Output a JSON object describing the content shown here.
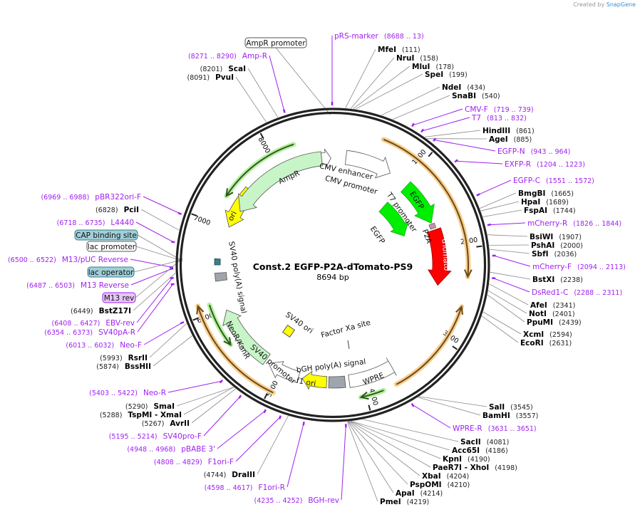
{
  "credit": {
    "prefix": "Created by",
    "brand": "SnapGene"
  },
  "plasmid": {
    "name": "Const.2 EGFP-P2A-dTomato-PS9",
    "length": "8694 bp",
    "total_bp": 8694
  },
  "ring": {
    "ticks": [
      "1000",
      "2000",
      "3000",
      "4000",
      "5000",
      "6000",
      "7000",
      "8000"
    ]
  },
  "enzymes": [
    {
      "name": "MfeI",
      "pos": 111
    },
    {
      "name": "NruI",
      "pos": 158
    },
    {
      "name": "MluI",
      "pos": 178
    },
    {
      "name": "SpeI",
      "pos": 199
    },
    {
      "name": "NdeI",
      "pos": 434
    },
    {
      "name": "SnaBI",
      "pos": 540
    },
    {
      "name": "HindIII",
      "pos": 861
    },
    {
      "name": "AgeI",
      "pos": 885
    },
    {
      "name": "BmgBI",
      "pos": 1665
    },
    {
      "name": "HpaI",
      "pos": 1689
    },
    {
      "name": "FspAI",
      "pos": 1744
    },
    {
      "name": "BsiWI",
      "pos": 1907
    },
    {
      "name": "PshAI",
      "pos": 2000
    },
    {
      "name": "SbfI",
      "pos": 2036
    },
    {
      "name": "BstXI",
      "pos": 2238
    },
    {
      "name": "AfeI",
      "pos": 2341
    },
    {
      "name": "NotI",
      "pos": 2401
    },
    {
      "name": "PpuMI",
      "pos": 2439
    },
    {
      "name": "XcmI",
      "pos": 2594
    },
    {
      "name": "EcoRI",
      "pos": 2631
    },
    {
      "name": "SalI",
      "pos": 3545
    },
    {
      "name": "BamHI",
      "pos": 3557
    },
    {
      "name": "SacII",
      "pos": 4081
    },
    {
      "name": "Acc65I",
      "pos": 4186
    },
    {
      "name": "KpnI",
      "pos": 4190
    },
    {
      "name": "PaeR7I - XhoI",
      "pos": 4198
    },
    {
      "name": "XbaI",
      "pos": 4204
    },
    {
      "name": "PspOMI",
      "pos": 4210
    },
    {
      "name": "ApaI",
      "pos": 4214
    },
    {
      "name": "PmeI",
      "pos": 4219
    },
    {
      "name": "ScaI",
      "pos": 8201
    },
    {
      "name": "PvuI",
      "pos": 8091
    },
    {
      "name": "PciI",
      "pos": 6828
    },
    {
      "name": "BstZ17I",
      "pos": 6449
    },
    {
      "name": "RsrII",
      "pos": 5993
    },
    {
      "name": "BssHII",
      "pos": 5874
    },
    {
      "name": "SmaI",
      "pos": 5290
    },
    {
      "name": "TspMI - XmaI",
      "pos": 5288
    },
    {
      "name": "AvrII",
      "pos": 5267
    },
    {
      "name": "DraIII",
      "pos": 4744
    }
  ],
  "primers": [
    {
      "name": "pRS-marker",
      "start": 8688,
      "end": 13
    },
    {
      "name": "CMV-F",
      "start": 719,
      "end": 739
    },
    {
      "name": "T7",
      "start": 813,
      "end": 832
    },
    {
      "name": "EGFP-N",
      "start": 943,
      "end": 964
    },
    {
      "name": "EXFP-R",
      "start": 1204,
      "end": 1223
    },
    {
      "name": "EGFP-C",
      "start": 1551,
      "end": 1572
    },
    {
      "name": "mCherry-R",
      "start": 1826,
      "end": 1844
    },
    {
      "name": "mCherry-F",
      "start": 2094,
      "end": 2113
    },
    {
      "name": "DsRed1-C",
      "start": 2288,
      "end": 2311
    },
    {
      "name": "WPRE-R",
      "start": 3631,
      "end": 3651
    },
    {
      "name": "Amp-R",
      "start": 8271,
      "end": 8290
    },
    {
      "name": "pBR322ori-F",
      "start": 6969,
      "end": 6988
    },
    {
      "name": "L4440",
      "start": 6718,
      "end": 6735
    },
    {
      "name": "M13/pUC Reverse",
      "start": 6500,
      "end": 6522
    },
    {
      "name": "M13 Reverse",
      "start": 6487,
      "end": 6503
    },
    {
      "name": "EBV-rev",
      "start": 6408,
      "end": 6427
    },
    {
      "name": "SV40pA-R",
      "start": 6354,
      "end": 6373
    },
    {
      "name": "Neo-F",
      "start": 6013,
      "end": 6032
    },
    {
      "name": "Neo-R",
      "start": 5403,
      "end": 5422
    },
    {
      "name": "SV40pro-F",
      "start": 5195,
      "end": 5214
    },
    {
      "name": "pBABE 3'",
      "start": 4948,
      "end": 4968
    },
    {
      "name": "F1ori-F",
      "start": 4808,
      "end": 4829
    },
    {
      "name": "F1ori-R",
      "start": 4598,
      "end": 4617
    },
    {
      "name": "BGH-rev",
      "start": 4235,
      "end": 4252
    }
  ],
  "boxed_features": [
    {
      "name": "AmpR promoter",
      "fill": "#ffffff",
      "stroke": "#555555"
    },
    {
      "name": "CAP binding site",
      "fill": "#9fcfd8",
      "stroke": "#3a7f8c"
    },
    {
      "name": "lac promoter",
      "fill": "#ffffff",
      "stroke": "#555555"
    },
    {
      "name": "lac operator",
      "fill": "#9fcfd8",
      "stroke": "#3a7f8c"
    },
    {
      "name": "M13 rev",
      "fill": "#e6c6f7",
      "stroke": "#a020f0"
    }
  ],
  "features": {
    "cmv_enhancer": "CMV enhancer",
    "cmv_promoter": "CMV promoter",
    "ampr": "AmpR",
    "t7_promoter": "T7 promoter",
    "egfp_outer": "EGFP",
    "egfp_inner": "EGFP",
    "p2a": "P2A",
    "dtomato": "dTomato",
    "ori": "ori",
    "sv40_polya": "SV40 poly(A) signal",
    "neor": "NeoR/KanR",
    "sv40_promoter": "SV40 promoter",
    "sv40_ori": "SV40 ori",
    "factor_xa": "Factor Xa site",
    "bgh_polya": "bGH poly(A) signal",
    "f1_ori": "f1 ori",
    "wpre": "WPRE"
  },
  "colors": {
    "primer": "#a020f0",
    "egfp": "#00ee00",
    "dtomato": "#ff0000",
    "ori": "#ffff00",
    "resistance": "#c8f5c8",
    "orf": "#f5a623",
    "ring": "#222222"
  }
}
